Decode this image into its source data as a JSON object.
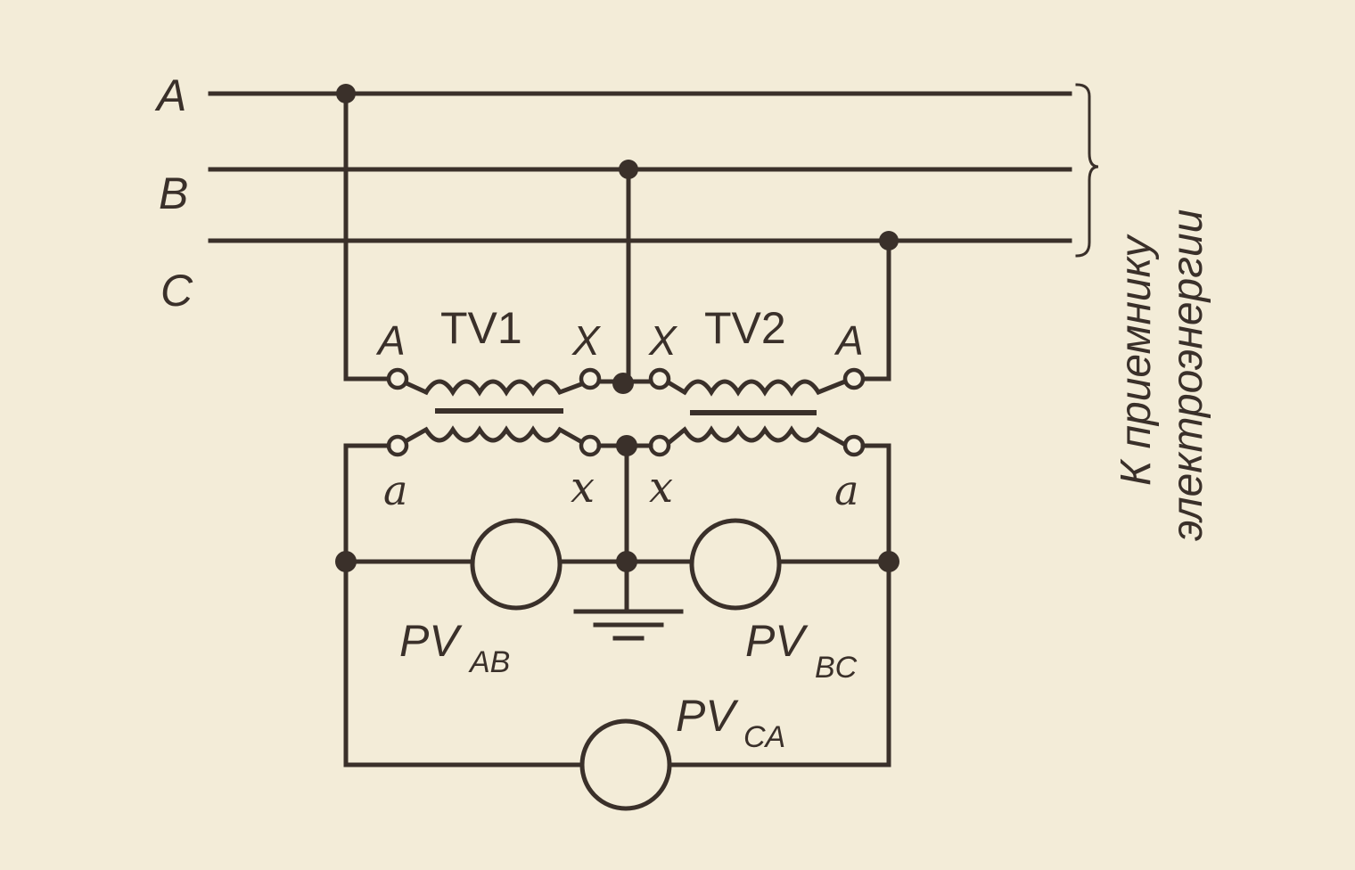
{
  "phases": {
    "a": "A",
    "b": "B",
    "c": "C"
  },
  "transformers": {
    "tv1": {
      "name": "TV1",
      "primary_start": "A",
      "primary_end": "X",
      "secondary_start": "a",
      "secondary_end": "x"
    },
    "tv2": {
      "name": "TV2",
      "primary_start": "A",
      "primary_end": "X",
      "secondary_start": "a",
      "secondary_end": "x"
    }
  },
  "voltmeters": {
    "ab": {
      "base": "PV",
      "sub": "AB"
    },
    "bc": {
      "base": "PV",
      "sub": "BC"
    },
    "ca": {
      "base": "PV",
      "sub": "CA"
    }
  },
  "load_note": {
    "line1": "К приемнику",
    "line2": "электроэнергии"
  }
}
